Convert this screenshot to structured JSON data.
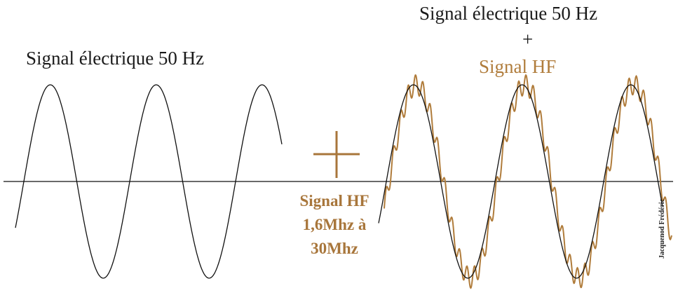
{
  "left_panel": {
    "title": "Signal électrique 50 Hz"
  },
  "right_panel": {
    "title": "Signal électrique 50 Hz",
    "plus": "+",
    "hf_title": "Signal HF"
  },
  "hf_range": {
    "line1": "Signal HF",
    "line2": "1,6Mhz à",
    "line3": "30Mhz"
  },
  "credit": "Jacquenod Frédéric",
  "colors": {
    "signal": "#111111",
    "hf": "#b07c3b",
    "plus_sign": "#a8763b",
    "text": "#1a1a1a"
  },
  "icons": {
    "plus_symbol": "large-plus-icon"
  }
}
